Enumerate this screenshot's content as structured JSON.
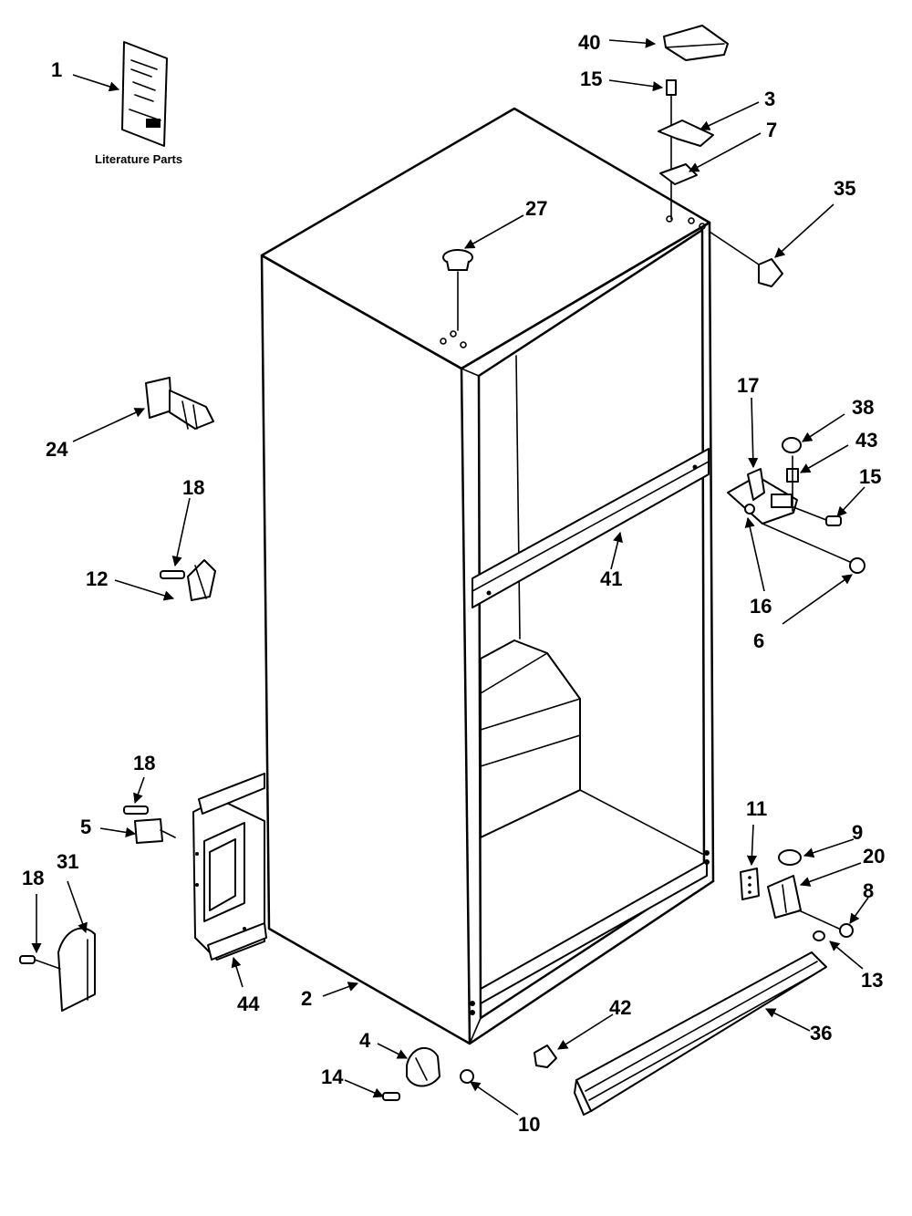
{
  "diagram": {
    "literature_caption": "Literature Parts",
    "callouts": [
      "1",
      "40",
      "15",
      "3",
      "7",
      "35",
      "27",
      "24",
      "18",
      "12",
      "17",
      "38",
      "43",
      "15",
      "41",
      "16",
      "6",
      "18",
      "5",
      "31",
      "18",
      "44",
      "2",
      "11",
      "9",
      "20",
      "8",
      "13",
      "4",
      "14",
      "10",
      "42",
      "36"
    ]
  }
}
